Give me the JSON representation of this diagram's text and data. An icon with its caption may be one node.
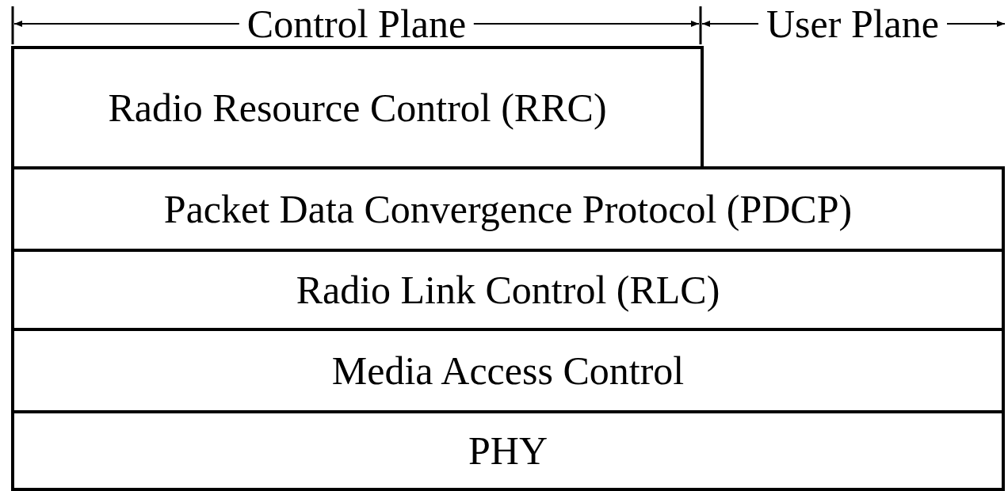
{
  "diagram": {
    "nodes": [
      {
        "text": [
          "Radio Resource Control (RRC)"
        ]
      },
      {
        "text": [
          "Packet Data Convergence Protocol (PDCP)"
        ]
      },
      {
        "text": [
          "Radio Link Control (RLC)"
        ]
      },
      {
        "text": [
          "Media Access Control"
        ]
      },
      {
        "text": [
          "PHY"
        ]
      }
    ],
    "labels": [
      "Control Plane",
      "User Plane"
    ]
  }
}
